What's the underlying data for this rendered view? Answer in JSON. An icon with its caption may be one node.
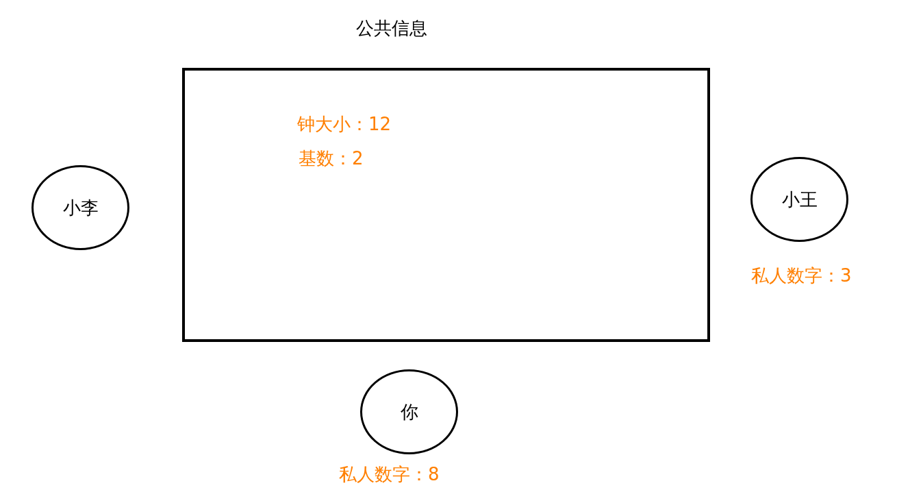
{
  "diagram": {
    "nodes": [
      {
        "text": [
          "公共信息",
          "钟大小：12",
          "基数：2"
        ]
      },
      {
        "text": [
          "小李"
        ]
      },
      {
        "text": [
          "小王"
        ],
        "beside": [
          "私人数字：3"
        ]
      },
      {
        "text": [
          "你"
        ],
        "beside": [
          "私人数字：8"
        ]
      }
    ]
  }
}
